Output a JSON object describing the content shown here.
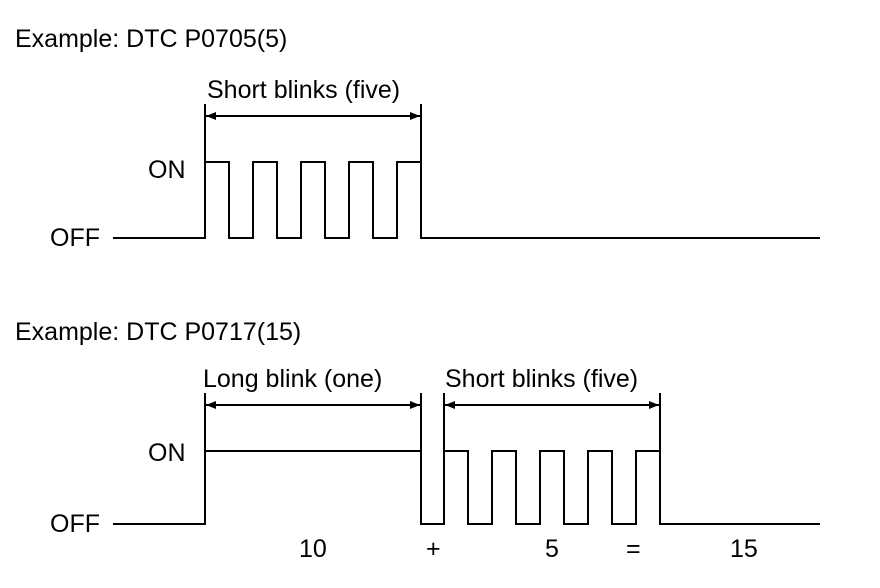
{
  "diagram1": {
    "title": "Example: DTC P0705(5)",
    "span_label": "Short blinks (five)",
    "on_label": "ON",
    "off_label": "OFF"
  },
  "diagram2": {
    "title": "Example: DTC P0717(15)",
    "long_label": "Long blink (one)",
    "short_label": "Short blinks (five)",
    "on_label": "ON",
    "off_label": "OFF",
    "equation": {
      "ten": "10",
      "plus": "+",
      "five": "5",
      "equals": "=",
      "fifteen": "15"
    }
  }
}
